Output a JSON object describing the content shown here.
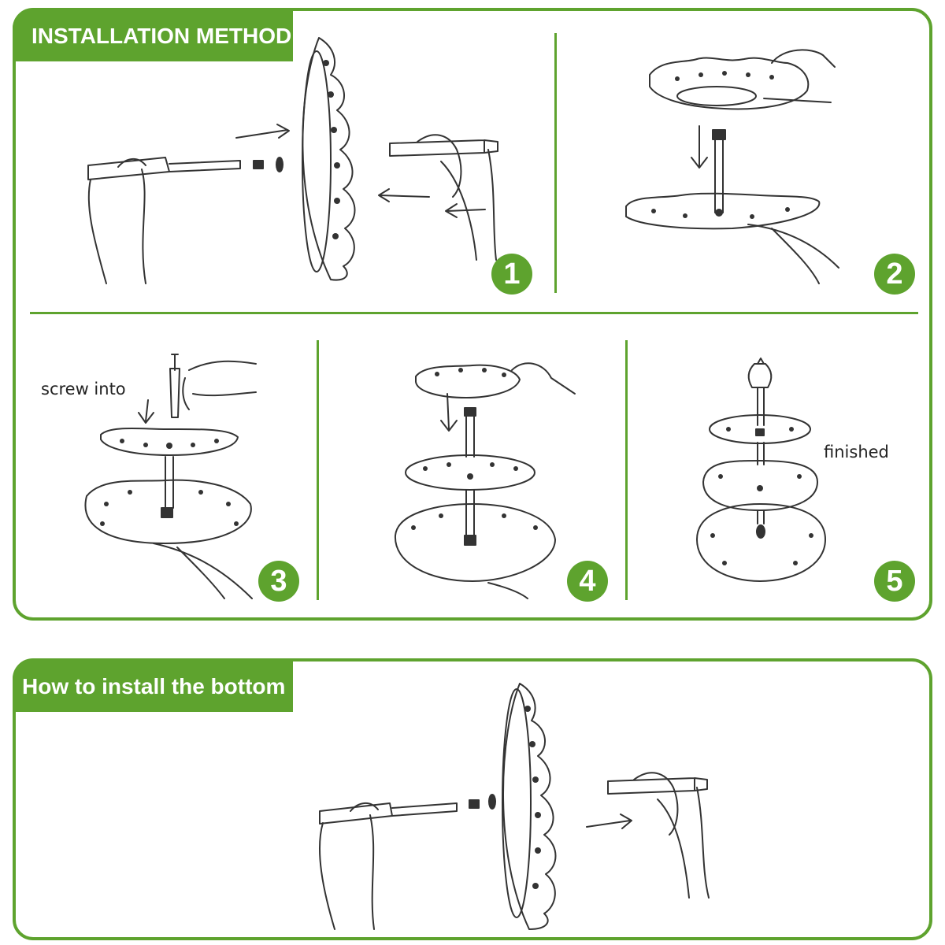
{
  "banners": {
    "installation_method": "INSTALLATION METHOD",
    "bottom": "How to install the bottom"
  },
  "steps": [
    "1",
    "2",
    "3",
    "4",
    "5"
  ],
  "captions": {
    "screw_into": "screw into",
    "finished": "finished"
  },
  "colors": {
    "accent": "#5ea32e",
    "line_art": "#333333",
    "background": "#ffffff"
  }
}
